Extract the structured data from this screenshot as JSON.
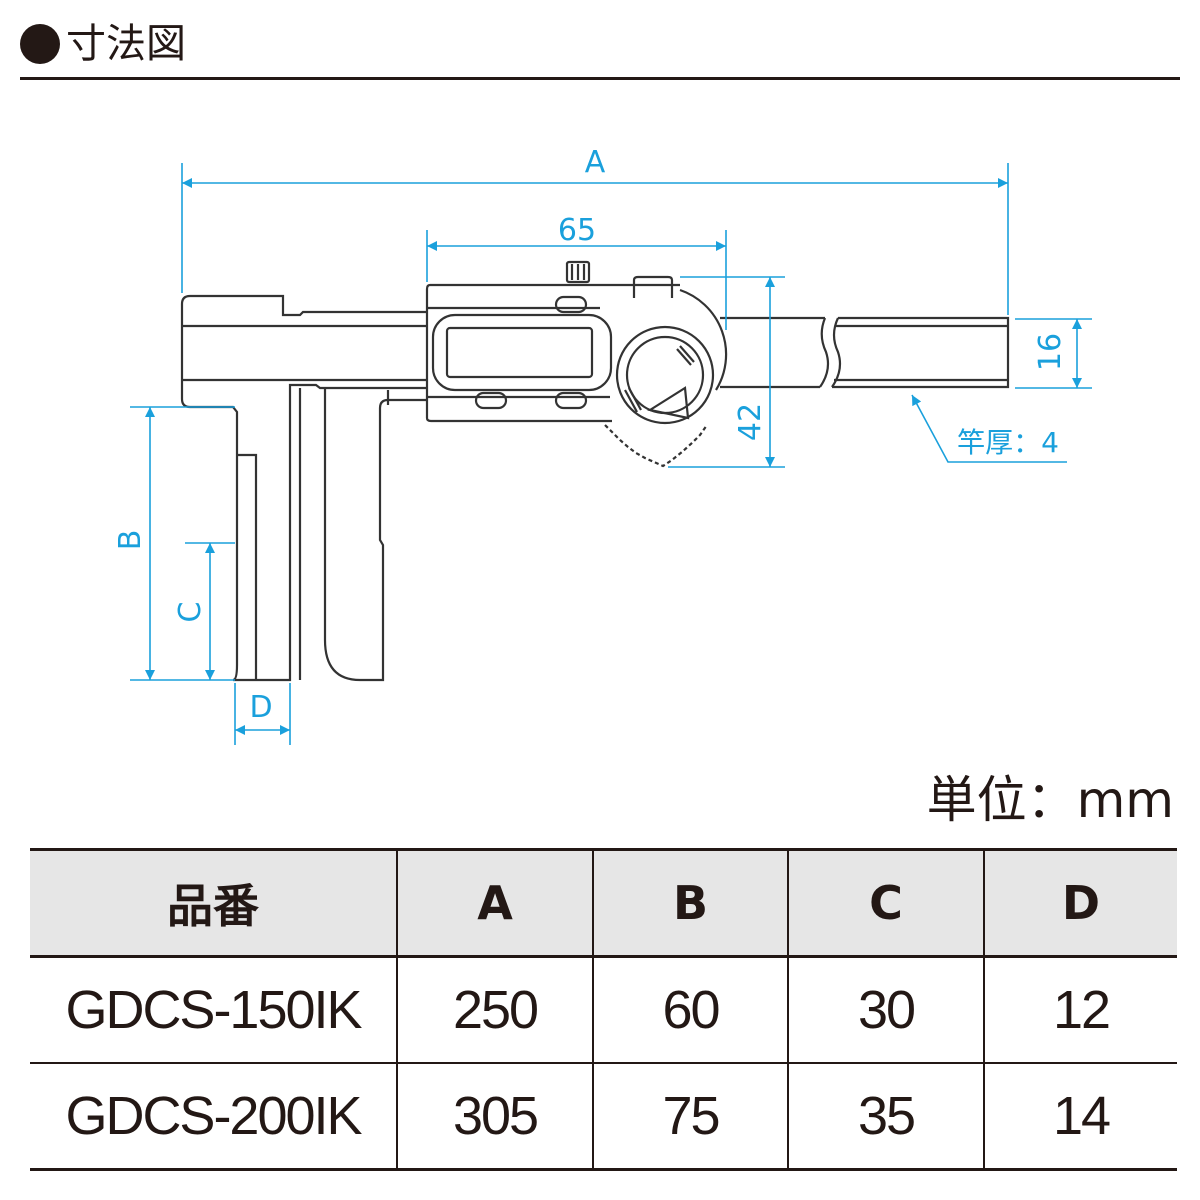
{
  "header": {
    "title": "寸法図"
  },
  "drawing": {
    "labels": {
      "A": "A",
      "B": "B",
      "C": "C",
      "D": "D",
      "width_slider": "65",
      "height_slider": "42",
      "beam_width": "16",
      "beam_thickness": "竿厚：4"
    },
    "colors": {
      "dimension": "#1aa0dc",
      "outline": "#333333"
    }
  },
  "unit": "単位：mm",
  "table": {
    "headers": [
      "品番",
      "A",
      "B",
      "C",
      "D"
    ],
    "rows": [
      [
        "GDCS-150IK",
        "250",
        "60",
        "30",
        "12"
      ],
      [
        "GDCS-200IK",
        "305",
        "75",
        "35",
        "14"
      ]
    ]
  }
}
